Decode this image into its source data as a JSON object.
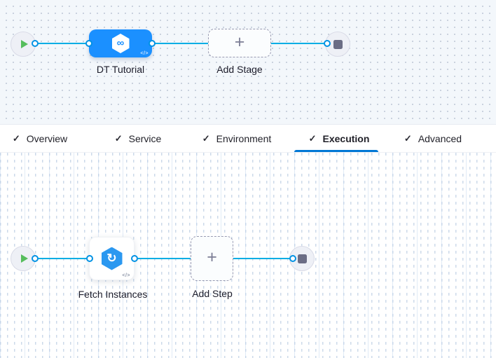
{
  "stage_pipeline": {
    "start_node": {
      "icon": "play-icon"
    },
    "end_node": {
      "icon": "stop-icon"
    },
    "stage": {
      "label": "DT Tutorial",
      "icon": "harness-cd-hexagon-icon",
      "color": "#1b90ff"
    },
    "add_stage": {
      "label": "Add Stage"
    }
  },
  "config_tabs": {
    "active_tab": "Execution",
    "items": [
      {
        "label": "Overview",
        "completed": true,
        "active": false
      },
      {
        "label": "Service",
        "completed": true,
        "active": false
      },
      {
        "label": "Environment",
        "completed": true,
        "active": false
      },
      {
        "label": "Execution",
        "completed": true,
        "active": true
      },
      {
        "label": "Advanced",
        "completed": true,
        "active": false
      }
    ]
  },
  "execution_graph": {
    "start_node": {
      "icon": "play-icon"
    },
    "end_node": {
      "icon": "stop-icon"
    },
    "step": {
      "label": "Fetch Instances",
      "icon": "fetch-instances-hexagon-icon",
      "color": "#2b98f0"
    },
    "add_step": {
      "label": "Add Step"
    }
  },
  "glyphs": {
    "check": "✓",
    "plus": "+",
    "infinity": "∞",
    "refresh": "↻",
    "code": "</>"
  },
  "colors": {
    "edge_line": "#00ade4",
    "connector_ring": "#0092e4",
    "stage_blue": "#1b90ff",
    "active_tab_underline": "#0278d5",
    "start_play_green": "#56bd5c",
    "end_stop_gray": "#6b6d85"
  }
}
